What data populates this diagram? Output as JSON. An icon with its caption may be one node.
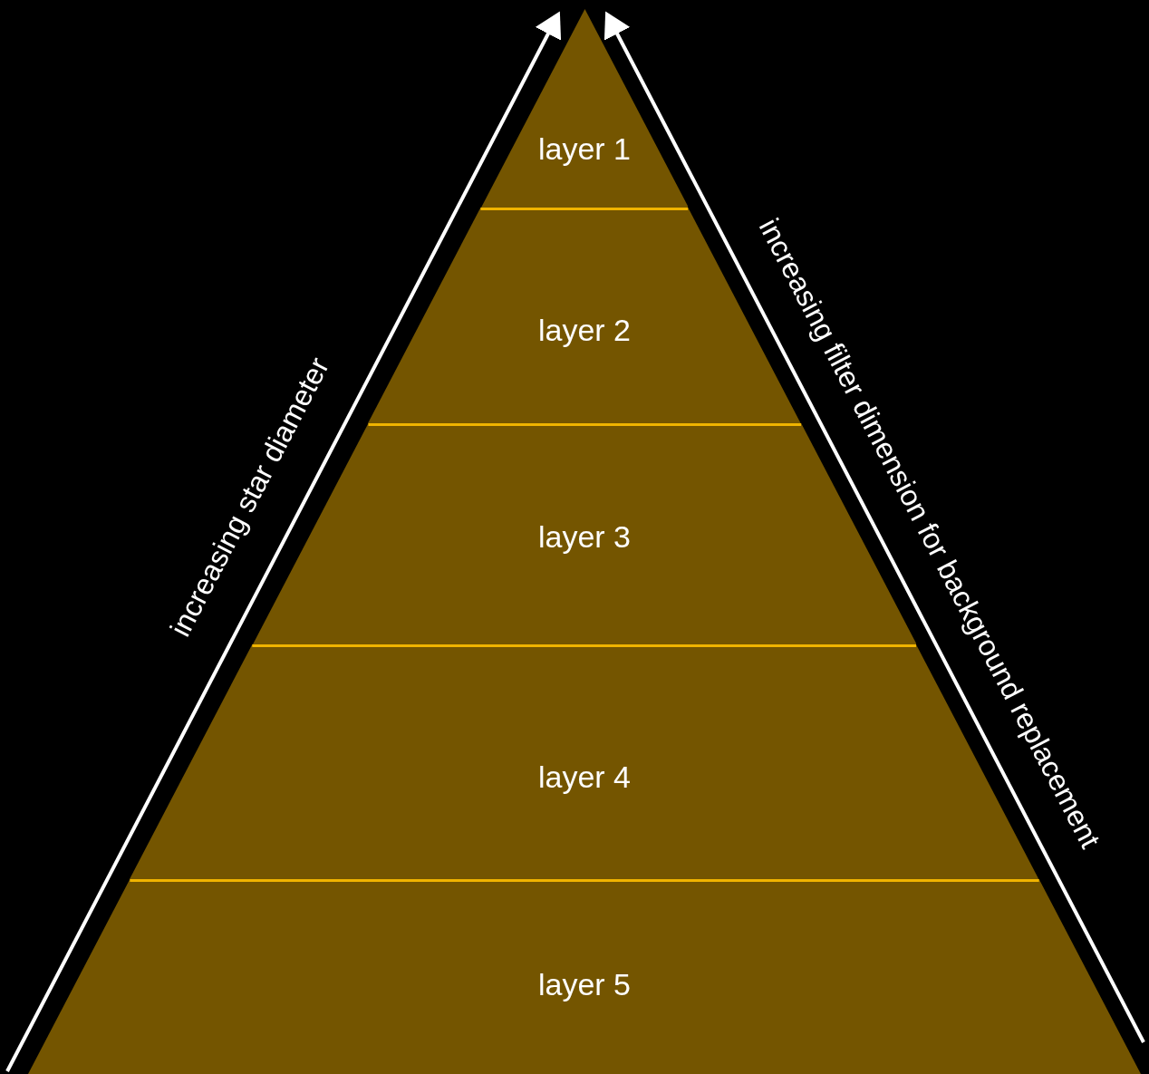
{
  "diagram": {
    "nodes": [
      {
        "text": [
          "layer 1"
        ]
      },
      {
        "text": [
          "layer 2"
        ]
      },
      {
        "text": [
          "layer 3"
        ]
      },
      {
        "text": [
          "layer 4"
        ]
      },
      {
        "text": [
          "layer 5"
        ]
      }
    ],
    "labels": [
      "increasing star diameter",
      "increasing filter dimension for background replacement"
    ]
  }
}
